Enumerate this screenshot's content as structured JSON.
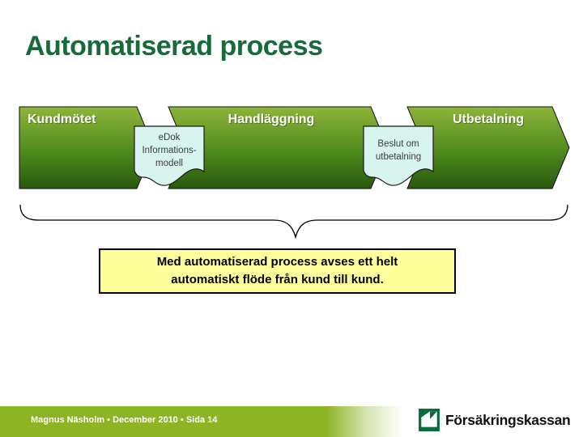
{
  "slide": {
    "title": "Automatiserad process",
    "stages": [
      {
        "label": "Kundmötet"
      },
      {
        "label": "Handläggning"
      },
      {
        "label": "Utbetalning"
      }
    ],
    "callouts": [
      {
        "line1": "eDok",
        "line2": "Informations-",
        "line3": "modell"
      },
      {
        "line1": "Beslut om",
        "line2": "utbetalning"
      }
    ],
    "note": {
      "line1": "Med automatiserad process avses ett helt",
      "line2": "automatiskt flöde från kund till kund."
    },
    "footer": {
      "text": "Magnus Näsholm ▪ December 2010 ▪ Sida 14",
      "logo": "Försäkringskassan"
    },
    "colors": {
      "title_green": "#176b3a",
      "chevron_gradient_top": "#8fb43a",
      "chevron_gradient_bottom": "#27590c",
      "callout_fill": "#d8f4ef",
      "note_fill": "#ffff9c",
      "footer_band_green": "#8db424",
      "logo_green": "#0a6b3c"
    }
  }
}
